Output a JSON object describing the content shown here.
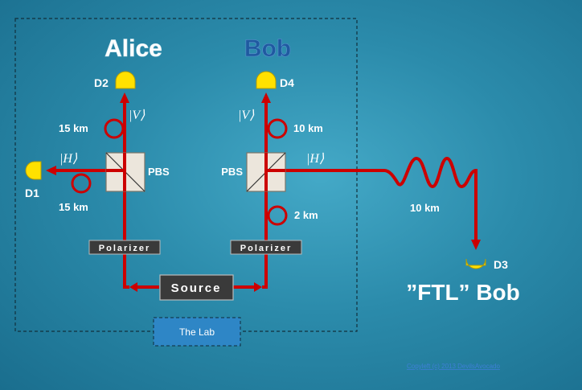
{
  "titles": {
    "alice": "Alice",
    "bob": "Bob",
    "ftl_bob": "”FTL” Bob"
  },
  "detectors": {
    "d1": "D1",
    "d2": "D2",
    "d3": "D3",
    "d4": "D4"
  },
  "components": {
    "pbs_left": "PBS",
    "pbs_right": "PBS",
    "polarizer_left": "Polarizer",
    "polarizer_right": "Polarizer",
    "source": "Source",
    "lab": "The Lab"
  },
  "states": {
    "v_left": "|V⟩",
    "h_left": "|H⟩",
    "v_right": "|V⟩",
    "h_right": "|H⟩"
  },
  "distances": {
    "alice_v": "15 km",
    "alice_h": "15 km",
    "bob_v": "10 km",
    "bob_lower": "2 km",
    "ftl": "10 km"
  },
  "copyright": "Copyleft (c) 2013 DevilsAvocado",
  "colors": {
    "background": "#2b8bab",
    "beam": "#cc0000",
    "detector": "#ffe100",
    "bob_title": "#1f5aa0"
  }
}
